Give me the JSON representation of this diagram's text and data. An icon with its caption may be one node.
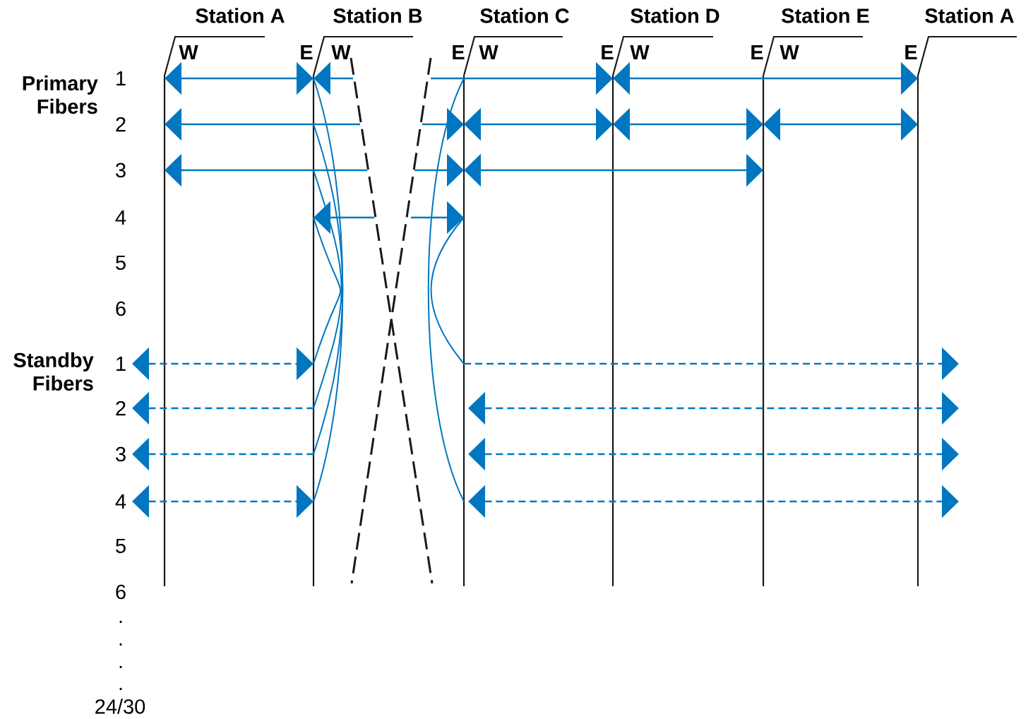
{
  "diagram": {
    "labels": [
      "Station A",
      "Station B",
      "Station C",
      "Station D",
      "Station E",
      "Station A",
      "W",
      "E",
      "W",
      "E",
      "W",
      "E",
      "W",
      "E",
      "W",
      "E",
      "Primary Fibers",
      "1",
      "2",
      "3",
      "4",
      "5",
      "6",
      "Standby Fibers",
      "1",
      "2",
      "3",
      "4",
      "5",
      "6",
      ".",
      ".",
      ".",
      ".",
      "24/30"
    ]
  }
}
